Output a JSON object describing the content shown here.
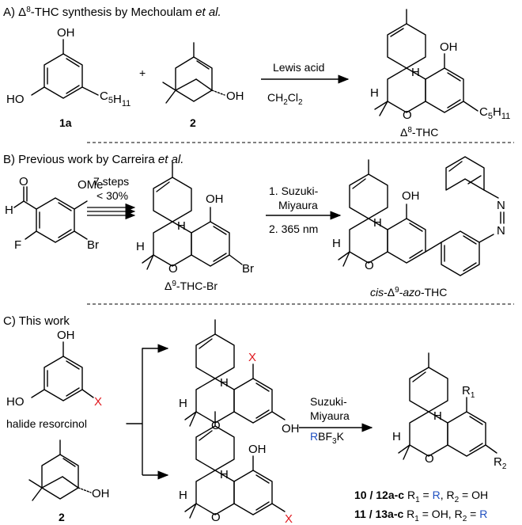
{
  "sectionA": {
    "title": "A) Δ8-THC synthesis by Mechoulam et al.",
    "cmpd1": "1a",
    "cmpd2": "2",
    "reagent": "Lewis acid",
    "solvent": "CH2Cl2",
    "product": "Δ8-THC",
    "plus": "+"
  },
  "sectionB": {
    "title": "B) Previous work by Carreira et al.",
    "steps": "7 steps",
    "yield": "< 30%",
    "intermediate": "Δ9-THC-Br",
    "step1": "1. Suzuki-",
    "step1b": "Miyaura",
    "step2": "2. 365 nm",
    "product": "cis-Δ9-azo-THC"
  },
  "sectionC": {
    "title": "C) This work",
    "halide": "halide resorcinol",
    "cmpd2": "2",
    "reagent1": "Suzuki-",
    "reagent2": "Miyaura",
    "reagent3": "RBF3K",
    "result1_id": "10 / 12a-c",
    "result1_text": "R1 = R, R2 = OH",
    "result2_id": "11 / 13a-c",
    "result2_text": "R1 = OH, R2 = R"
  },
  "colors": {
    "halide": "#e0191f",
    "r_group": "#1f4fc0"
  }
}
